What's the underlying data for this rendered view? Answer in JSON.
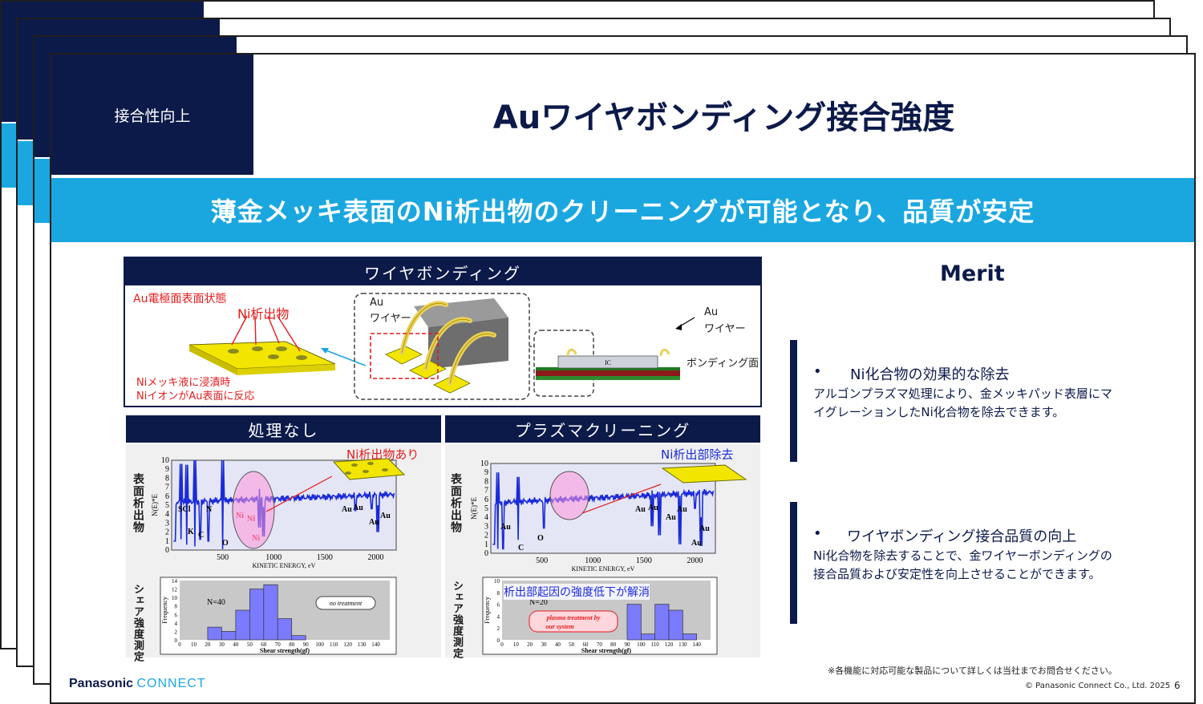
{
  "tag": "接合性向上",
  "title": "Auワイヤボンディング接合強度",
  "banner": "薄金メッキ表面のNi析出物のクリーニングが可能となり、品質が安定",
  "wb": {
    "heading": "ワイヤボンディング",
    "surface_label": "Au電極面表面状態",
    "precip_label": "Ni析出物",
    "note_line1": "Niメッキ液に浸漬時",
    "note_line2": "NiイオンがAu表面に反応",
    "au_label": "Au",
    "wire_label": "ワイヤー",
    "bonding_face": "ボンディング面",
    "ic_label": "IC"
  },
  "left": {
    "heading": "処理なし",
    "callout": "Ni析出物あり",
    "vlabel1": "表面析出物",
    "vlabel2": "シェア強度測定",
    "hist_n": "N=40",
    "hist_tag": "no treatment"
  },
  "right": {
    "heading": "プラズマクリーニング",
    "callout": "Ni析出部除去",
    "vlabel1": "表面析出物",
    "vlabel2": "シェア強度測定",
    "hist_callout": "析出部起因の強度低下が解消",
    "hist_n": "N=20",
    "hist_tag1": "plasma treatment by",
    "hist_tag2": "our system"
  },
  "merit": {
    "title": "Merit",
    "items": [
      {
        "bullet": "•",
        "head": "Ni化合物の効果的な除去",
        "body": "アルゴンプラズマ処理により、金メッキパッド表層にマイグレーションしたNi化合物を除去できます。"
      },
      {
        "bullet": "•",
        "head": "ワイヤボンディング接合品質の向上",
        "body": "Ni化合物を除去することで、金ワイヤーボンディングの接合品質および安定性を向上させることができます。"
      }
    ]
  },
  "footer": {
    "note": "※各機能に対応可能な製品について詳しくは当社までお問合せください。",
    "copyright": "© Panasonic Connect Co., Ltd. 2025",
    "page": "6",
    "logo1": "Panasonic",
    "logo2": "CONNECT"
  },
  "colors": {
    "navy": "#0c1a4a",
    "cyan": "#1aa7e0",
    "red": "#e41c1c",
    "blue": "#1b2bd8",
    "gold": "#f2e600"
  },
  "chart_data": [
    {
      "type": "line",
      "title": "処理なし",
      "xlabel": "KINETIC ENERGY,  eV",
      "ylabel": "N(E)*E",
      "xlim": [
        0,
        2200
      ],
      "ylim": [
        0,
        10
      ],
      "xticks": [
        500,
        1000,
        1500,
        2000
      ],
      "yticks": [
        0,
        1,
        2,
        3,
        4,
        5,
        6,
        7,
        8,
        9,
        10
      ],
      "peaks": [
        "SCl",
        "N",
        "K",
        "C",
        "O",
        "Ni",
        "Ni",
        "Ni",
        "Au",
        "Au",
        "Au",
        "Au"
      ]
    },
    {
      "type": "line",
      "title": "プラズマクリーニング",
      "xlabel": "KINETIC ENERGY,  eV",
      "ylabel": "N(E)*E",
      "xlim": [
        0,
        2200
      ],
      "ylim": [
        0,
        10
      ],
      "xticks": [
        500,
        1000,
        1500,
        2000
      ],
      "yticks": [
        0,
        1,
        2,
        3,
        4,
        5,
        6,
        7,
        8,
        9,
        10
      ],
      "peaks": [
        "Au",
        "C",
        "O",
        "Au",
        "Au",
        "Au",
        "Au",
        "Au",
        "Au"
      ]
    },
    {
      "type": "bar",
      "title": "no treatment",
      "xlabel": "Shear strength(gf)",
      "ylabel": "Frequency",
      "categories": [
        0,
        10,
        20,
        30,
        40,
        50,
        60,
        70,
        80,
        90,
        100,
        110,
        120,
        130,
        140
      ],
      "values": [
        0,
        0,
        3,
        2,
        7,
        12,
        13,
        5,
        1,
        0,
        0,
        0,
        0,
        0,
        0
      ],
      "ylim": [
        0,
        14
      ],
      "yticks": [
        0,
        2,
        4,
        6,
        8,
        10,
        12,
        14
      ]
    },
    {
      "type": "bar",
      "title": "plasma treatment by our system",
      "xlabel": "Shear strength(gf)",
      "ylabel": "Frequency",
      "categories": [
        0,
        10,
        20,
        30,
        40,
        50,
        60,
        70,
        80,
        90,
        100,
        110,
        120,
        130,
        140
      ],
      "values": [
        0,
        0,
        0,
        0,
        0,
        0,
        0,
        0,
        0,
        6,
        1,
        6,
        5,
        1,
        0
      ],
      "ylim": [
        0,
        10
      ],
      "yticks": [
        0,
        2,
        4,
        6,
        8,
        10
      ]
    }
  ]
}
